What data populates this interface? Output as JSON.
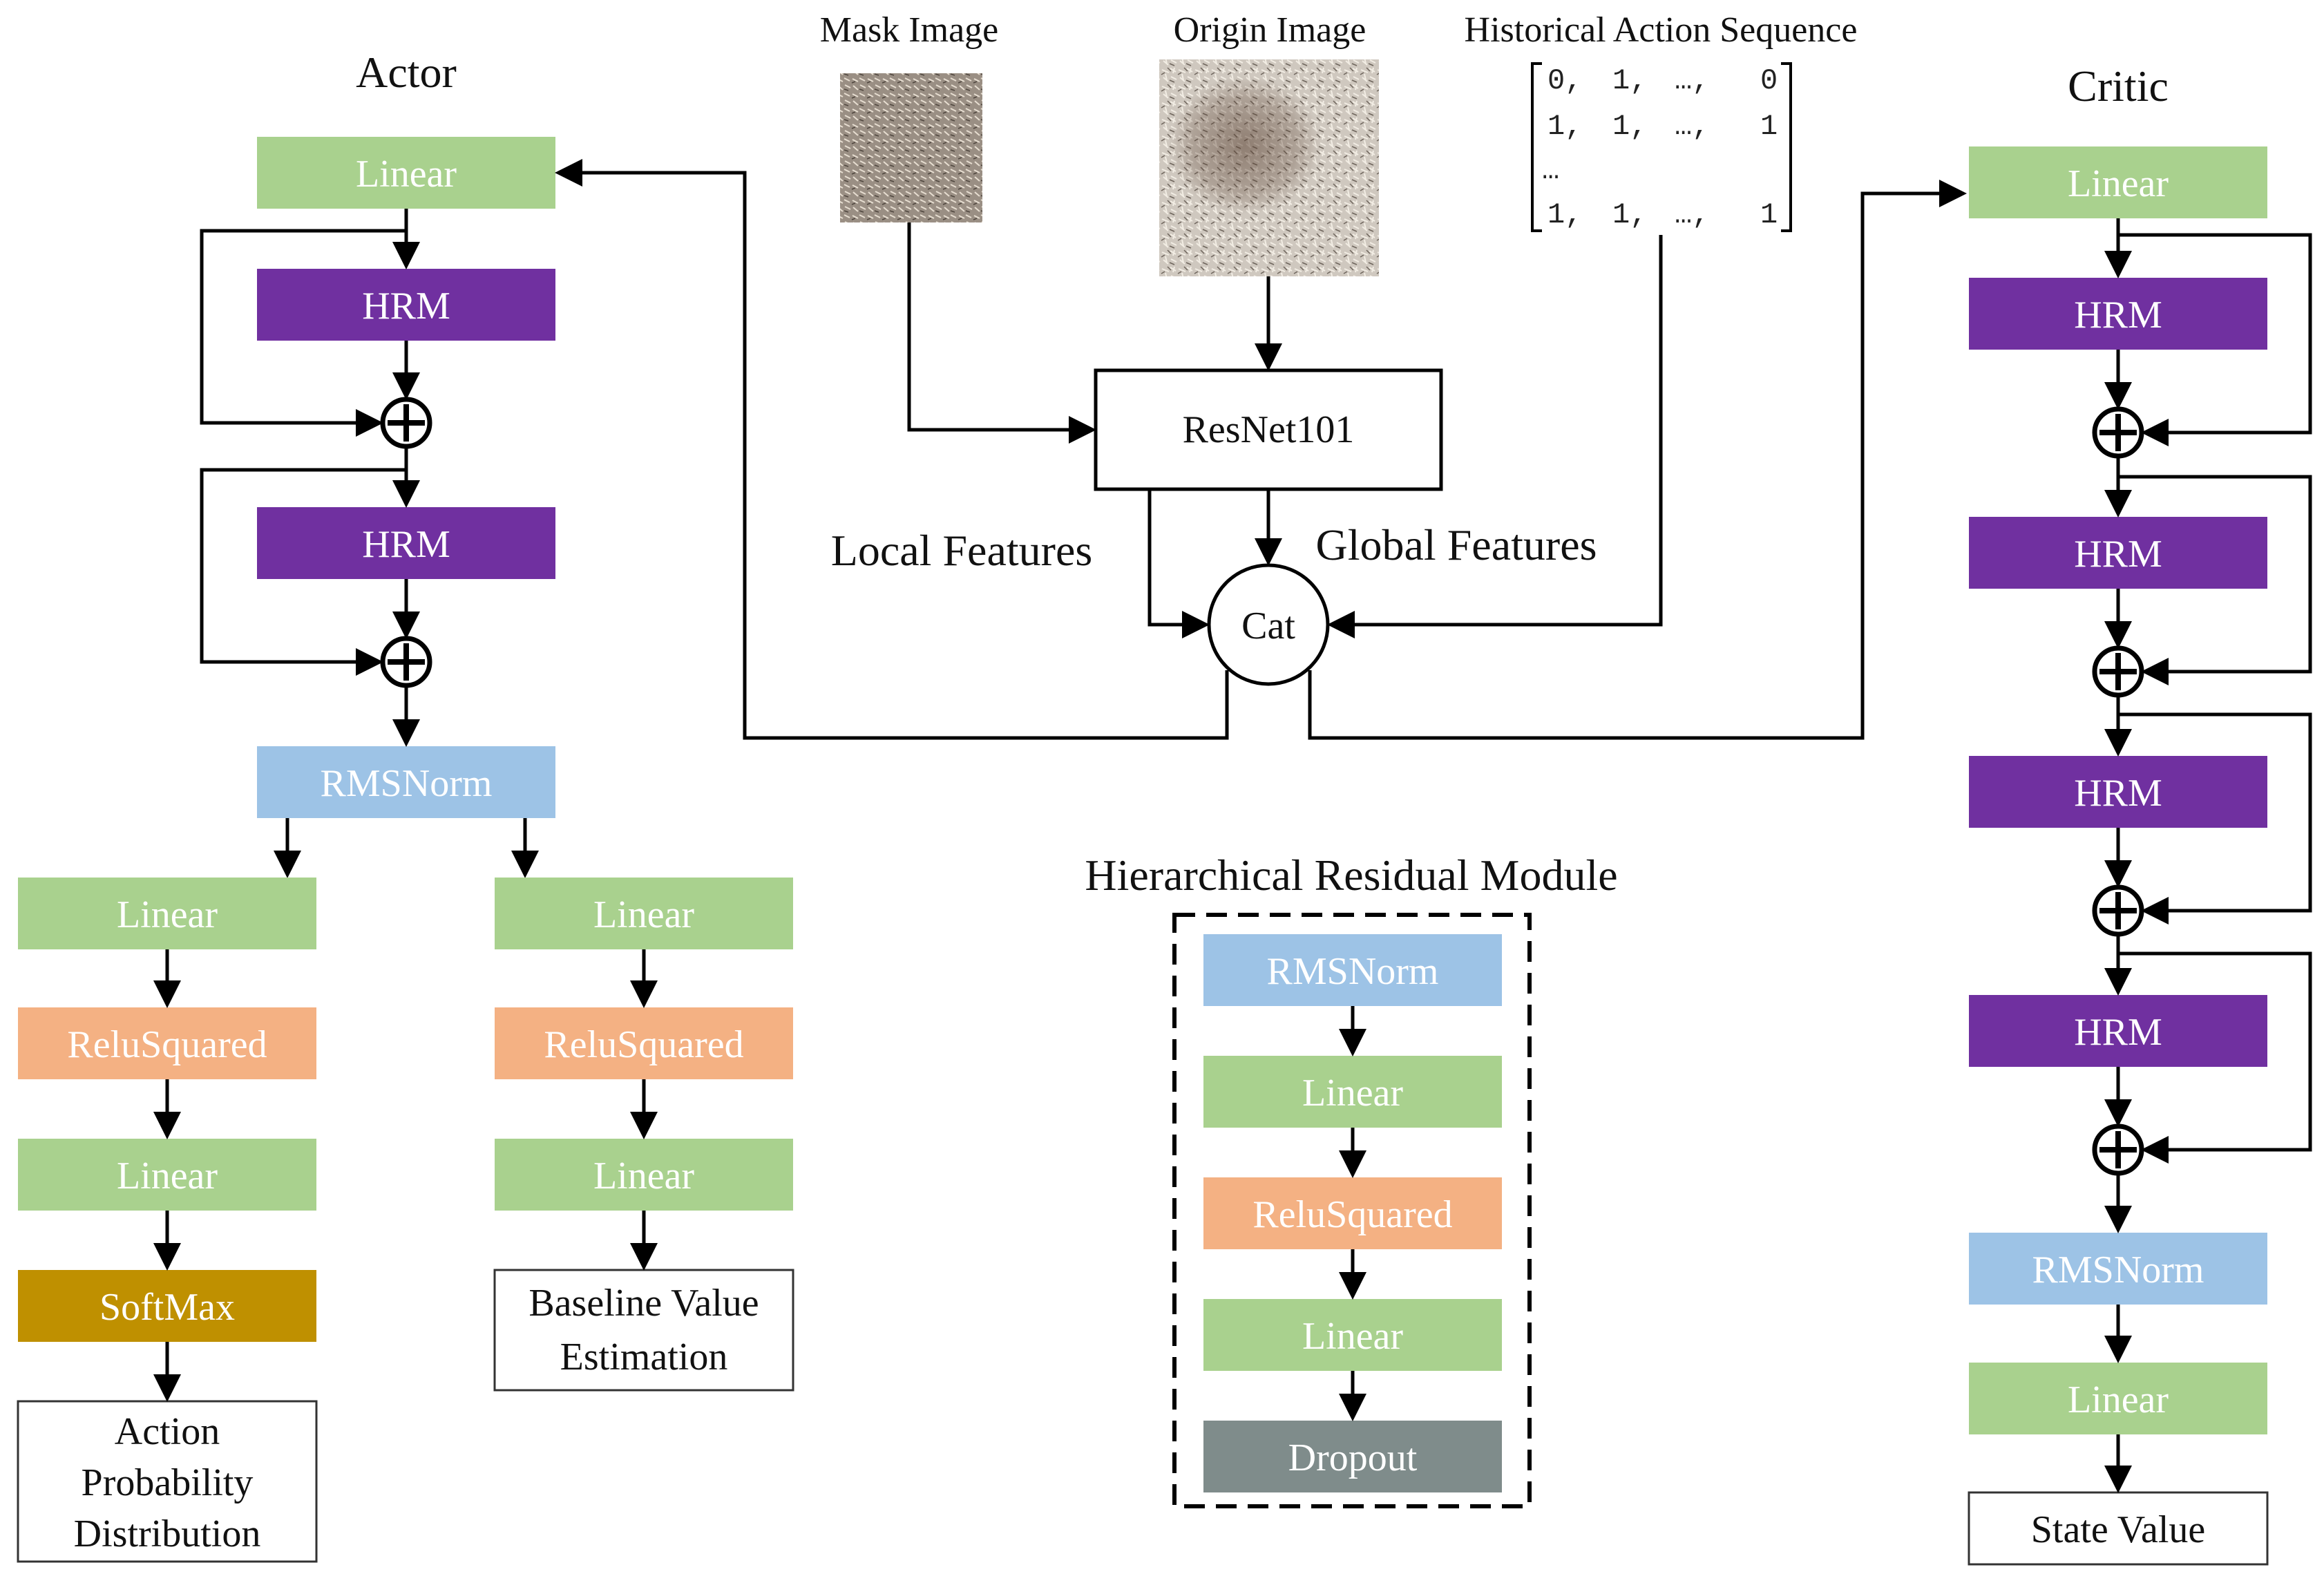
{
  "colors": {
    "linear": "#a9d18e",
    "hrm": "#7030a0",
    "rmsnorm": "#9dc3e6",
    "relusquared": "#f4b183",
    "softmax": "#bf9000",
    "dropout": "#7f8c8b"
  },
  "actor": {
    "title": "Actor",
    "linear": "Linear",
    "hrm1": "HRM",
    "hrm2": "HRM",
    "rmsnorm": "RMSNorm",
    "left_branch": {
      "linear1": "Linear",
      "relu": "ReluSquared",
      "linear2": "Linear",
      "softmax": "SoftMax",
      "output_line1": "Action",
      "output_line2": "Probability",
      "output_line3": "Distribution"
    },
    "right_branch": {
      "linear1": "Linear",
      "relu": "ReluSquared",
      "linear2": "Linear",
      "output_line1": "Baseline Value",
      "output_line2": "Estimation"
    }
  },
  "inputs": {
    "mask_image": "Mask Image",
    "origin_image": "Origin Image",
    "history_title": "Historical Action Sequence",
    "matrix_rows": [
      [
        "0,",
        "1,",
        "…,",
        "0"
      ],
      [
        "1,",
        "1,",
        "…,",
        "1"
      ],
      [
        "…",
        "",
        "",
        ""
      ],
      [
        "1,",
        "1,",
        "…,",
        "1"
      ]
    ]
  },
  "center": {
    "resnet": "ResNet101",
    "local_features": "Local Features",
    "global_features": "Global Features",
    "cat": "Cat"
  },
  "hrm_module": {
    "title": "Hierarchical Residual Module",
    "layers": [
      "RMSNorm",
      "Linear",
      "ReluSquared",
      "Linear",
      "Dropout"
    ]
  },
  "critic": {
    "title": "Critic",
    "linear1": "Linear",
    "hrm": [
      "HRM",
      "HRM",
      "HRM",
      "HRM"
    ],
    "rmsnorm": "RMSNorm",
    "linear2": "Linear",
    "output": "State Value"
  },
  "icons": {
    "add": "circled-plus-icon"
  }
}
